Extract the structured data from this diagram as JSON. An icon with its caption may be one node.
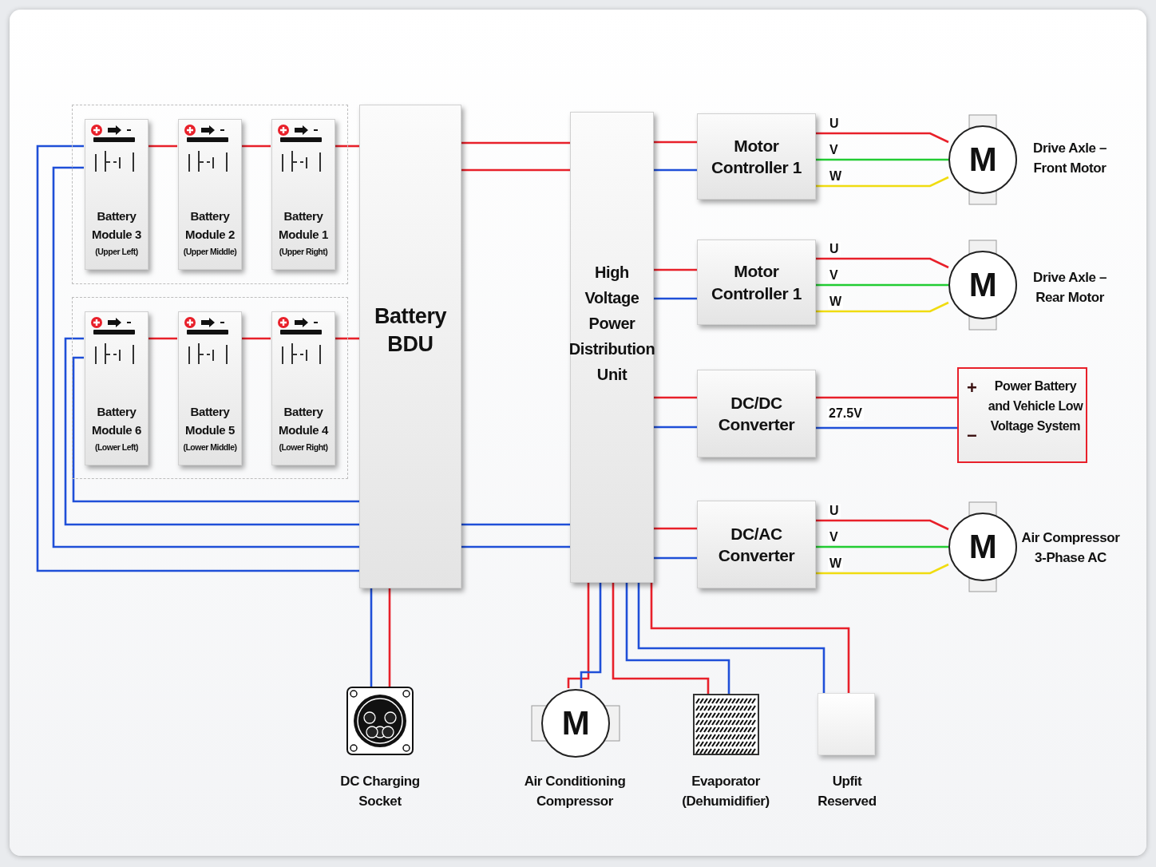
{
  "diagram": {
    "nodes": [
      {
        "text": [],
        "shape": "box"
      },
      {
        "text": [
          "Battery Module 3",
          "(Upper Left)"
        ],
        "in": 0
      },
      {
        "text": [
          "Battery Module 2",
          "(Upper Middle)"
        ],
        "in": 0
      },
      {
        "text": [
          "Battery Module 1",
          "(Upper Right)"
        ],
        "in": 0
      },
      {
        "text": [],
        "shape": "box"
      },
      {
        "text": [
          "Battery Module 6",
          "(Lower Left)"
        ],
        "in": 4
      },
      {
        "text": [
          "Battery Module 5",
          "(Lower Middle)"
        ],
        "in": 4
      },
      {
        "text": [
          "Battery Module 4",
          "(Lower Right)"
        ],
        "in": 4
      },
      {
        "text": [
          "Battery BDU"
        ]
      },
      {
        "text": [
          "High Voltage Power Distribution Unit"
        ]
      },
      {
        "text": [
          "Motor Controller 1"
        ]
      },
      {
        "text": [
          "Motor Controller 1"
        ]
      },
      {
        "text": [
          "DC/DC Converter"
        ]
      },
      {
        "text": [
          "DC/AC Converter"
        ]
      },
      {
        "text": [
          "M"
        ],
        "beside": [
          "Drive Axle – Front Motor"
        ]
      },
      {
        "text": [
          "M"
        ],
        "beside": [
          "Drive Axle – Rear Motor"
        ]
      },
      {
        "text": [
          "+",
          "−",
          "Power Battery and Vehicle Low Voltage System"
        ]
      },
      {
        "text": [
          "M"
        ],
        "beside": [
          "Air Compressor 3-Phase AC"
        ]
      },
      {
        "text": [],
        "shape": "picture",
        "beside": [
          "DC Charging Socket"
        ]
      },
      {
        "text": [
          "M"
        ],
        "beside": [
          "Air Conditioning Compressor"
        ]
      },
      {
        "text": [],
        "shape": "picture",
        "beside": [
          "Evaporator (Dehumidifier)"
        ]
      },
      {
        "text": [],
        "shape": "box",
        "beside": [
          "Upfit Reserved"
        ]
      }
    ],
    "edges": [
      {
        "from": 1,
        "to": 2,
        "arrow": "none",
        "color": "#e8202a"
      },
      {
        "from": 2,
        "to": 3,
        "arrow": "none",
        "color": "#e8202a"
      },
      {
        "from": 3,
        "to": 8,
        "arrow": "none",
        "color": "#e8202a"
      },
      {
        "from": 5,
        "to": 6,
        "arrow": "none",
        "color": "#e8202a"
      },
      {
        "from": 6,
        "to": 7,
        "arrow": "none",
        "color": "#e8202a"
      },
      {
        "from": 7,
        "to": 8,
        "arrow": "none",
        "color": "#e8202a"
      },
      {
        "from": 1,
        "to": 8,
        "arrow": "none",
        "color": "#1f4fd8"
      },
      {
        "from": 1,
        "to": 8,
        "arrow": "none",
        "color": "#1f4fd8"
      },
      {
        "from": 5,
        "to": 8,
        "arrow": "none",
        "color": "#1f4fd8"
      },
      {
        "from": 5,
        "to": 8,
        "arrow": "none",
        "color": "#1f4fd8"
      },
      {
        "from": 8,
        "to": 9,
        "arrow": "none",
        "color": "#e8202a"
      },
      {
        "from": 8,
        "to": 9,
        "arrow": "none",
        "color": "#e8202a"
      },
      {
        "from": 8,
        "to": 9,
        "arrow": "none",
        "color": "#1f4fd8"
      },
      {
        "from": 8,
        "to": 9,
        "arrow": "none",
        "color": "#1f4fd8"
      },
      {
        "from": 9,
        "to": 10,
        "arrow": "none",
        "color": "#e8202a"
      },
      {
        "from": 9,
        "to": 10,
        "arrow": "none",
        "color": "#1f4fd8"
      },
      {
        "from": 9,
        "to": 11,
        "arrow": "none",
        "color": "#e8202a"
      },
      {
        "from": 9,
        "to": 11,
        "arrow": "none",
        "color": "#1f4fd8"
      },
      {
        "from": 9,
        "to": 12,
        "arrow": "none",
        "color": "#e8202a"
      },
      {
        "from": 9,
        "to": 12,
        "arrow": "none",
        "color": "#1f4fd8"
      },
      {
        "from": 9,
        "to": 13,
        "arrow": "none",
        "color": "#e8202a"
      },
      {
        "from": 9,
        "to": 13,
        "arrow": "none",
        "color": "#1f4fd8"
      },
      {
        "from": 10,
        "to": 14,
        "label": "U",
        "arrow": "none",
        "color": "#e8202a"
      },
      {
        "from": 10,
        "to": 14,
        "label": "V",
        "arrow": "none",
        "color": "#22cc33"
      },
      {
        "from": 10,
        "to": 14,
        "label": "W",
        "arrow": "none",
        "color": "#f0dc10"
      },
      {
        "from": 11,
        "to": 15,
        "label": "U",
        "arrow": "none",
        "color": "#e8202a"
      },
      {
        "from": 11,
        "to": 15,
        "label": "V",
        "arrow": "none",
        "color": "#22cc33"
      },
      {
        "from": 11,
        "to": 15,
        "label": "W",
        "arrow": "none",
        "color": "#f0dc10"
      },
      {
        "from": 13,
        "to": 17,
        "label": "U",
        "arrow": "none",
        "color": "#e8202a"
      },
      {
        "from": 13,
        "to": 17,
        "label": "V",
        "arrow": "none",
        "color": "#22cc33"
      },
      {
        "from": 13,
        "to": 17,
        "label": "W",
        "arrow": "none",
        "color": "#f0dc10"
      },
      {
        "from": 12,
        "to": 16,
        "arrow": "none",
        "color": "#e8202a"
      },
      {
        "from": 12,
        "to": 16,
        "label": "27.5V",
        "arrow": "none",
        "color": "#1f4fd8"
      },
      {
        "from": 8,
        "to": 18,
        "arrow": "none",
        "color": "#1f4fd8"
      },
      {
        "from": 8,
        "to": 18,
        "arrow": "none",
        "color": "#e8202a"
      },
      {
        "from": 9,
        "to": 19,
        "arrow": "none",
        "color": "#e8202a"
      },
      {
        "from": 9,
        "to": 19,
        "arrow": "none",
        "color": "#1f4fd8"
      },
      {
        "from": 9,
        "to": 20,
        "arrow": "none",
        "color": "#e8202a"
      },
      {
        "from": 9,
        "to": 20,
        "arrow": "none",
        "color": "#1f4fd8"
      },
      {
        "from": 9,
        "to": 21,
        "arrow": "none",
        "color": "#1f4fd8"
      },
      {
        "from": 9,
        "to": 21,
        "arrow": "none",
        "color": "#e8202a"
      }
    ]
  }
}
